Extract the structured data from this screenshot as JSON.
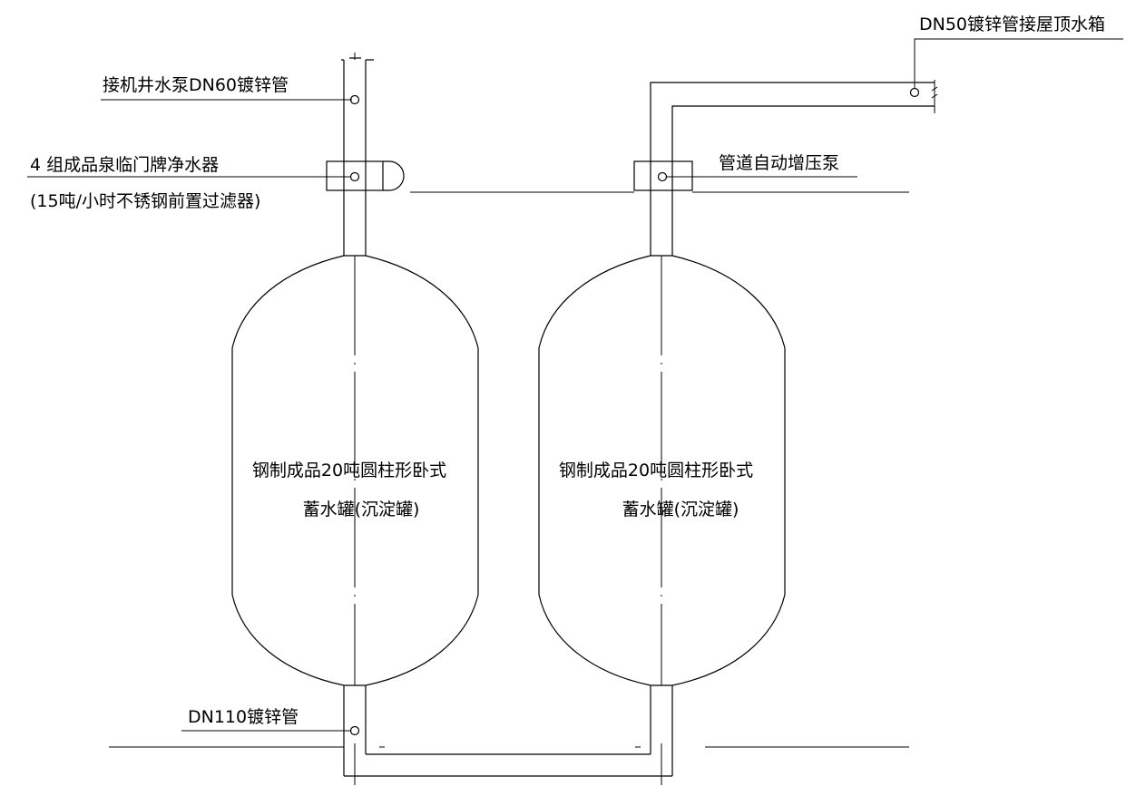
{
  "labels": {
    "inlet_pipe": "接机井水泵DN60镀锌管",
    "purifier_line1": "4 组成品泉临门牌净水器",
    "purifier_line2": "(15吨/小时不锈钢前置过滤器)",
    "roof_tank_pipe": "DN50镀锌管接屋顶水箱",
    "booster_pump": "管道自动增压泵",
    "bottom_pipe": "DN110镀锌管"
  },
  "tanks": [
    {
      "line1": "钢制成品20吨圆柱形卧式",
      "line2": "蓄水罐(沉淀罐)"
    },
    {
      "line1": "钢制成品20吨圆柱形卧式",
      "line2": "蓄水罐(沉淀罐)"
    }
  ]
}
